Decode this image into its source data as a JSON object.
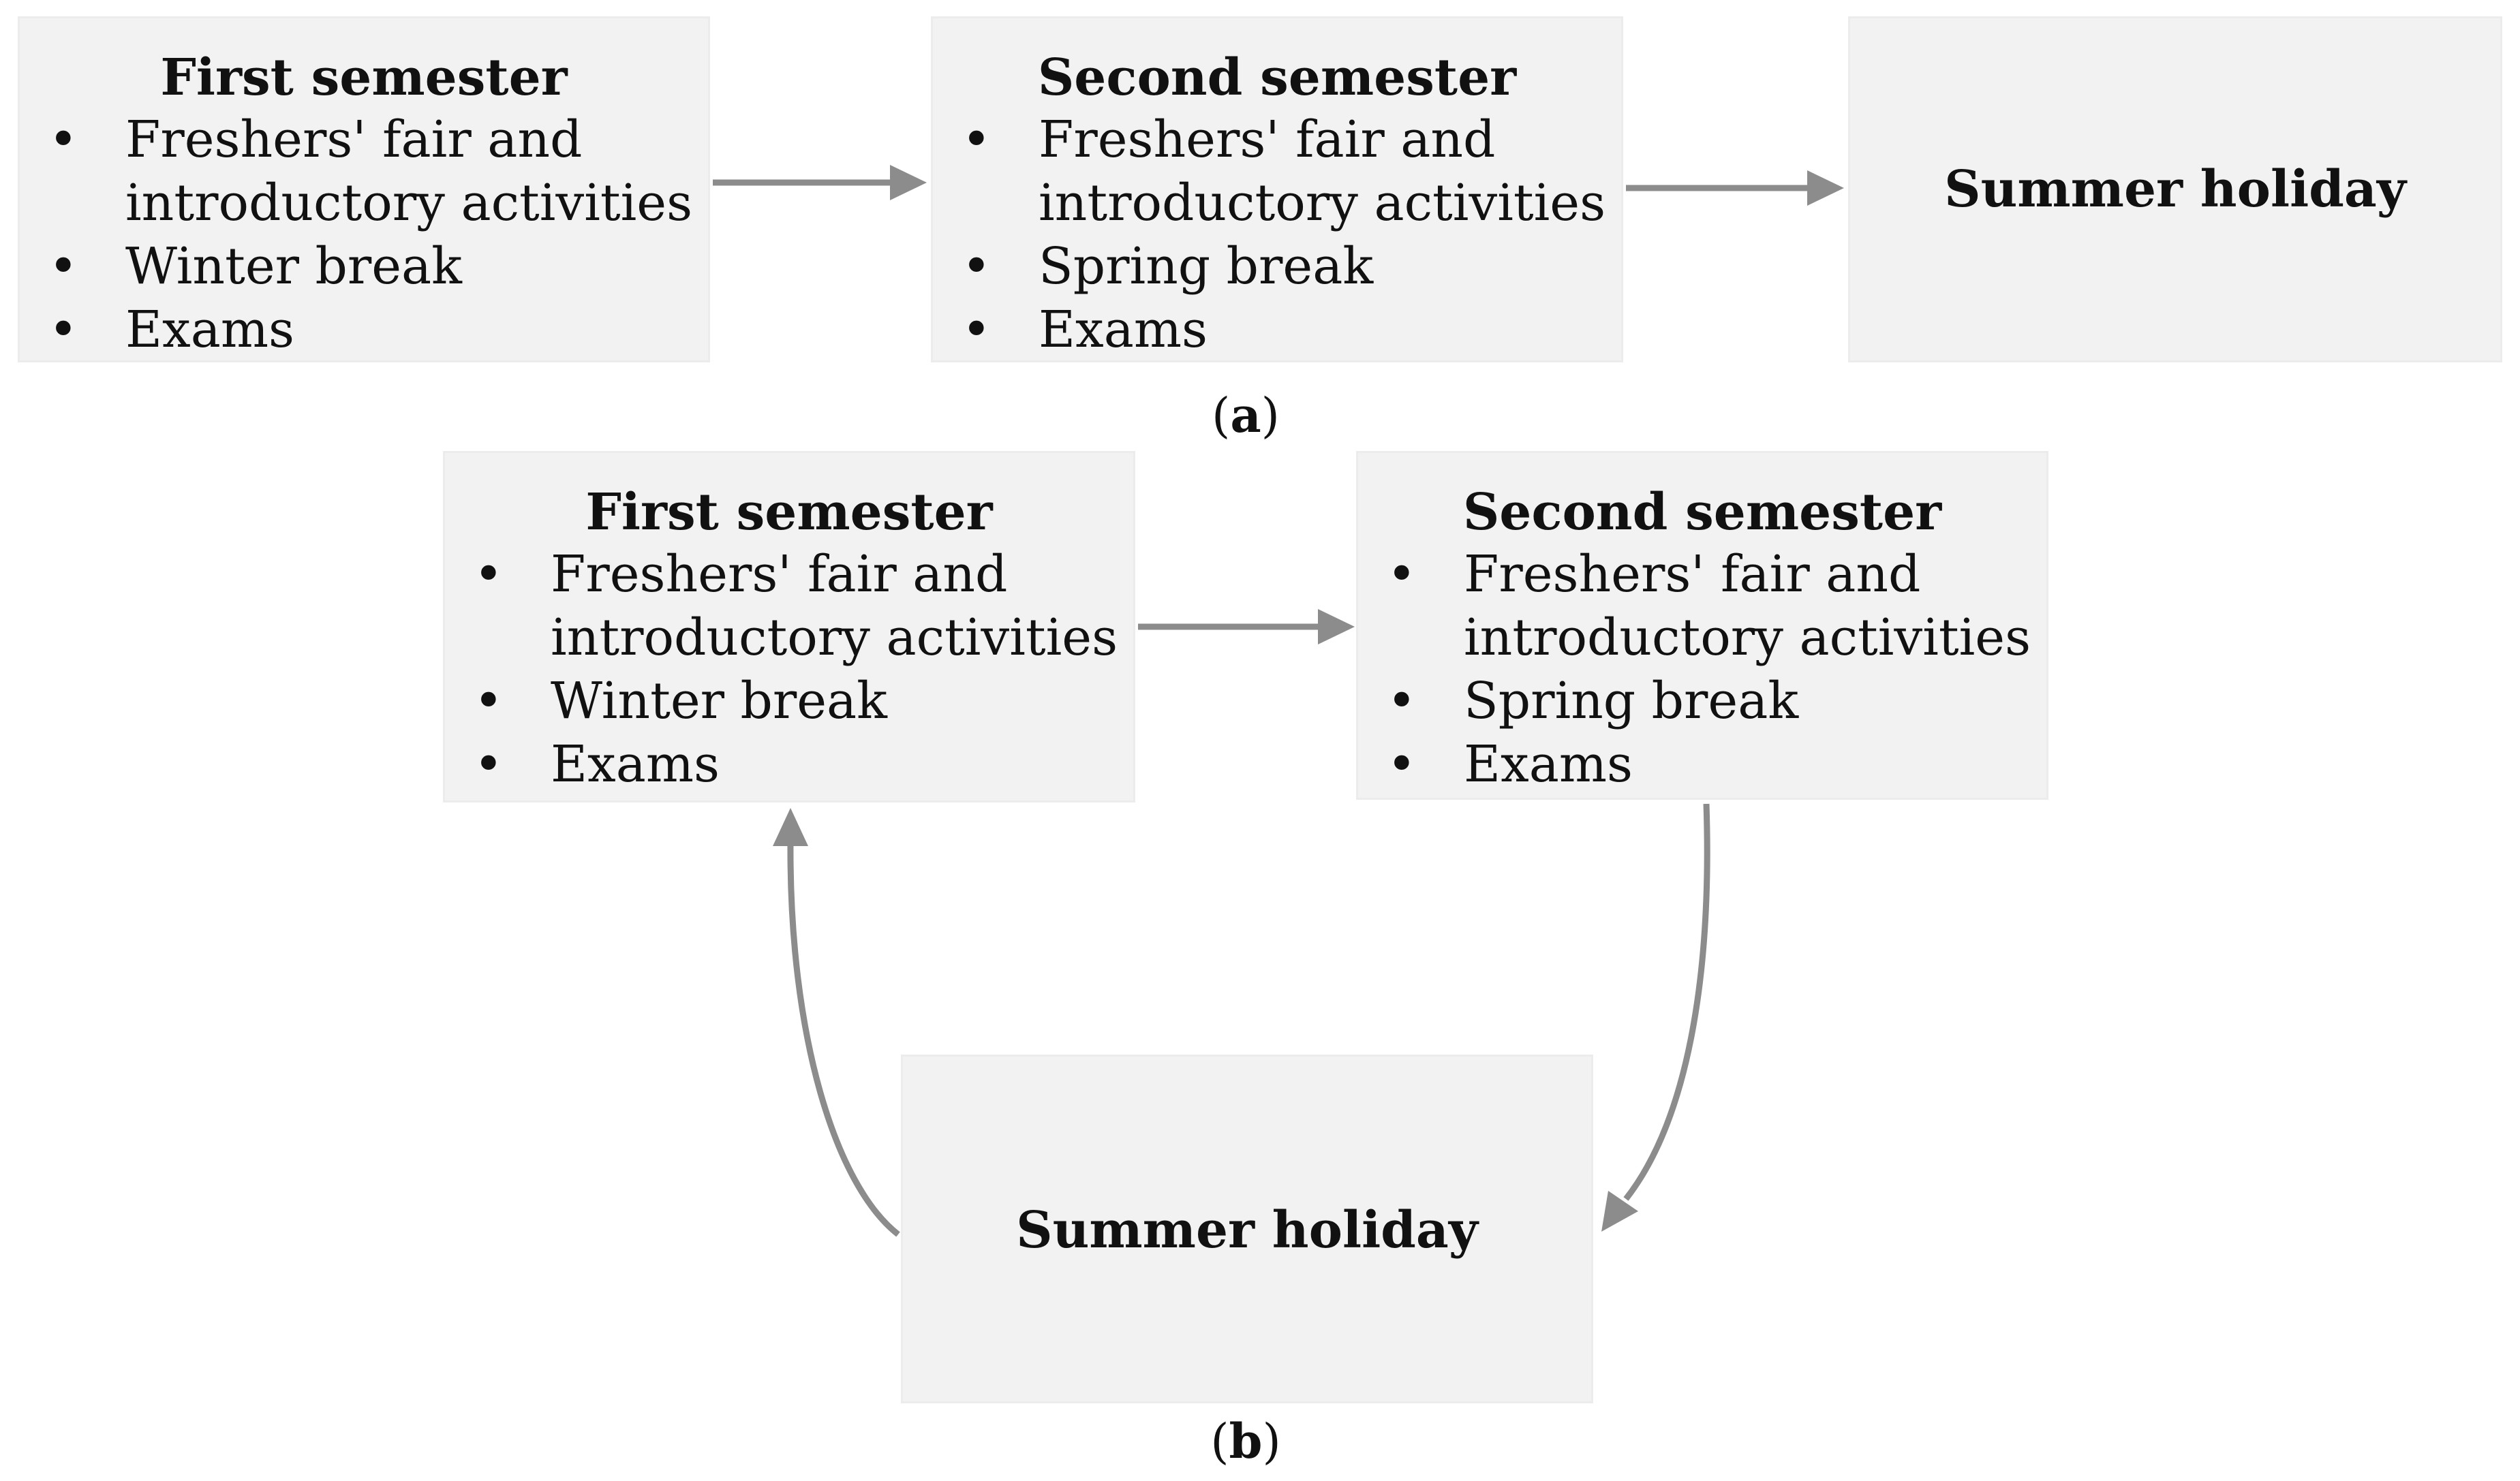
{
  "panel_a": {
    "first_box": {
      "title": "First semester",
      "items": [
        {
          "bullet": "•",
          "lines": [
            "Freshers' fair and",
            "introductory activities"
          ]
        },
        {
          "bullet": "•",
          "lines": [
            "Winter break"
          ]
        },
        {
          "bullet": "•",
          "lines": [
            "Exams"
          ]
        }
      ]
    },
    "second_box": {
      "title": "Second semester",
      "items": [
        {
          "bullet": "•",
          "lines": [
            "Freshers' fair and",
            "introductory activities"
          ]
        },
        {
          "bullet": "•",
          "lines": [
            "Spring break"
          ]
        },
        {
          "bullet": "•",
          "lines": [
            "Exams"
          ]
        }
      ]
    },
    "summer_box": {
      "label": "Summer holiday"
    },
    "caption": {
      "open": "(",
      "letter": "a",
      "close": ")"
    }
  },
  "panel_b": {
    "first_box": {
      "title": "First semester",
      "items": [
        {
          "bullet": "•",
          "lines": [
            "Freshers' fair and",
            "introductory activities"
          ]
        },
        {
          "bullet": "•",
          "lines": [
            "Winter break"
          ]
        },
        {
          "bullet": "•",
          "lines": [
            "Exams"
          ]
        }
      ]
    },
    "second_box": {
      "title": "Second semester",
      "items": [
        {
          "bullet": "•",
          "lines": [
            "Freshers' fair and",
            "introductory activities"
          ]
        },
        {
          "bullet": "•",
          "lines": [
            "Spring break"
          ]
        },
        {
          "bullet": "•",
          "lines": [
            "Exams"
          ]
        }
      ]
    },
    "summer_box": {
      "label": "Summer holiday"
    },
    "caption": {
      "open": "(",
      "letter": "b",
      "close": ")"
    }
  },
  "colors": {
    "box_fill": "#f2f2f2",
    "arrow": "#8c8c8c",
    "text": "#111111"
  }
}
